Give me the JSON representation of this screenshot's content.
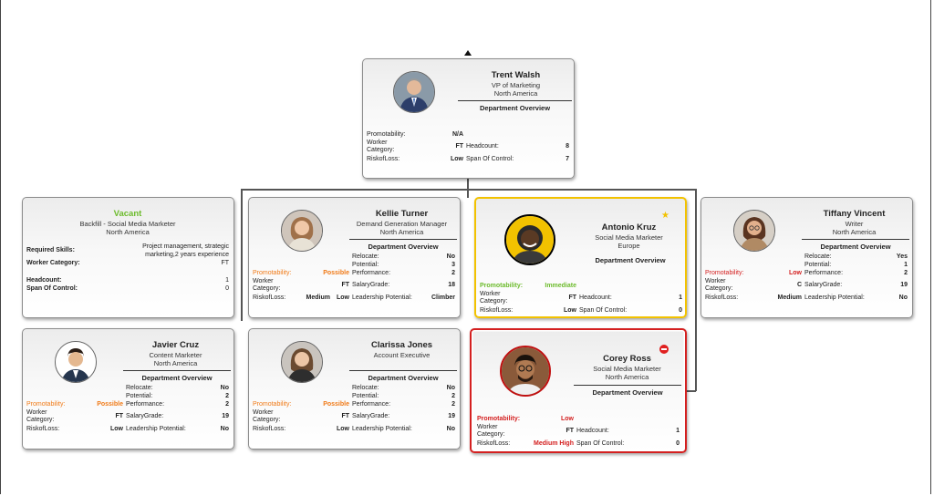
{
  "colors": {
    "promo_orange": "#f07a17",
    "promo_green": "#6cbb2c",
    "risk_red": "#d42020",
    "star_gold": "#f2c200"
  },
  "root": {
    "name": "Trent Walsh",
    "title": "VP of Marketing",
    "region": "North America",
    "dept_label": "Department Overview",
    "promotability_label": "Promotability:",
    "promotability": "N/A",
    "worker_label": "Worker",
    "category_label": "Category:",
    "worker_value": "FT",
    "risk_label": "RiskofLoss:",
    "risk_value": "Low",
    "headcount_label": "Headcount:",
    "headcount": "8",
    "span_label": "Span Of Control:",
    "span": "7"
  },
  "vacant": {
    "status": "Vacant",
    "title": "Backfill - Social Media Marketer",
    "region": "North America",
    "skills_label": "Required Skills:",
    "skills_value_line1": "Project management, strategic",
    "skills_value_line2": "marketing,2 years experience",
    "worker_label": "Worker Category:",
    "worker_value": "FT",
    "headcount_label": "Headcount:",
    "headcount": "1",
    "span_label": "Span Of Control:",
    "span": "0"
  },
  "kellie": {
    "name": "Kellie Turner",
    "title": "Demand Generation Manager",
    "region": "North America",
    "dept_label": "Department Overview",
    "relocate_label": "Relocate:",
    "relocate": "No",
    "potential_label": "Potential:",
    "potential": "3",
    "promotability_label": "Promotability:",
    "promotability": "Possible",
    "performance_label": "Performance:",
    "performance": "2",
    "worker_label": "Worker",
    "category_label": "Category:",
    "worker_value": "FT",
    "salary_label": "SalaryGrade:",
    "salary": "18",
    "risk_label": "RiskofLoss:",
    "risk_value": "Medium",
    "risk_value2": "Low",
    "leadership_label": "Leadership Potential:",
    "leadership": "Climber"
  },
  "antonio": {
    "name": "Antonio Kruz",
    "title": "Social Media Marketer",
    "region": "Europe",
    "dept_label": "Department Overview",
    "promotability_label": "Promotability:",
    "promotability": "Immediate",
    "worker_label": "Worker",
    "category_label": "Category:",
    "worker_value": "FT",
    "risk_label": "RiskofLoss:",
    "risk_value": "Low",
    "headcount_label": "Headcount:",
    "headcount": "1",
    "span_label": "Span Of Control:",
    "span": "0",
    "star": "★"
  },
  "tiffany": {
    "name": "Tiffany Vincent",
    "title": "Writer",
    "region": "North America",
    "dept_label": "Department Overview",
    "relocate_label": "Relocate:",
    "relocate": "Yes",
    "potential_label": "Potential:",
    "potential": "1",
    "promotability_label": "Promotability:",
    "promotability": "Low",
    "performance_label": "Performance:",
    "performance": "2",
    "worker_label": "Worker",
    "category_label": "Category:",
    "worker_value": "C",
    "salary_label": "SalaryGrade:",
    "salary": "19",
    "risk_label": "RiskofLoss:",
    "risk_value": "Medium",
    "leadership_label": "Leadership Potential:",
    "leadership": "No"
  },
  "javier": {
    "name": "Javier Cruz",
    "title": "Content Marketer",
    "region": "North America",
    "dept_label": "Department Overview",
    "relocate_label": "Relocate:",
    "relocate": "No",
    "potential_label": "Potential:",
    "potential": "2",
    "promotability_label": "Promotability:",
    "promotability": "Possible",
    "performance_label": "Performance:",
    "performance": "2",
    "worker_label": "Worker",
    "category_label": "Category:",
    "worker_value": "FT",
    "salary_label": "SalaryGrade:",
    "salary": "19",
    "risk_label": "RiskofLoss:",
    "risk_value": "Low",
    "leadership_label": "Leadership Potential:",
    "leadership": "No"
  },
  "clarissa": {
    "name": "Clarissa Jones",
    "title": "Account Executive",
    "dept_label": "Department Overview",
    "relocate_label": "Relocate:",
    "relocate": "No",
    "potential_label": "Potential:",
    "potential": "2",
    "promotability_label": "Promotability:",
    "promotability": "Possible",
    "performance_label": "Performance:",
    "performance": "2",
    "worker_label": "Worker",
    "category_label": "Category:",
    "worker_value": "FT",
    "salary_label": "SalaryGrade:",
    "salary": "19",
    "risk_label": "RiskofLoss:",
    "risk_value": "Low",
    "leadership_label": "Leadership Potential:",
    "leadership": "No"
  },
  "corey": {
    "name": "Corey Ross",
    "title": "Social Media Marketer",
    "region": "North America",
    "dept_label": "Department Overview",
    "promotability_label": "Promotability:",
    "promotability": "Low",
    "worker_label": "Worker",
    "category_label": "Category:",
    "worker_value": "FT",
    "risk_label": "RiskofLoss:",
    "risk_value": "Medium High",
    "headcount_label": "Headcount:",
    "headcount": "1",
    "span_label": "Span Of Control:",
    "span": "0"
  }
}
